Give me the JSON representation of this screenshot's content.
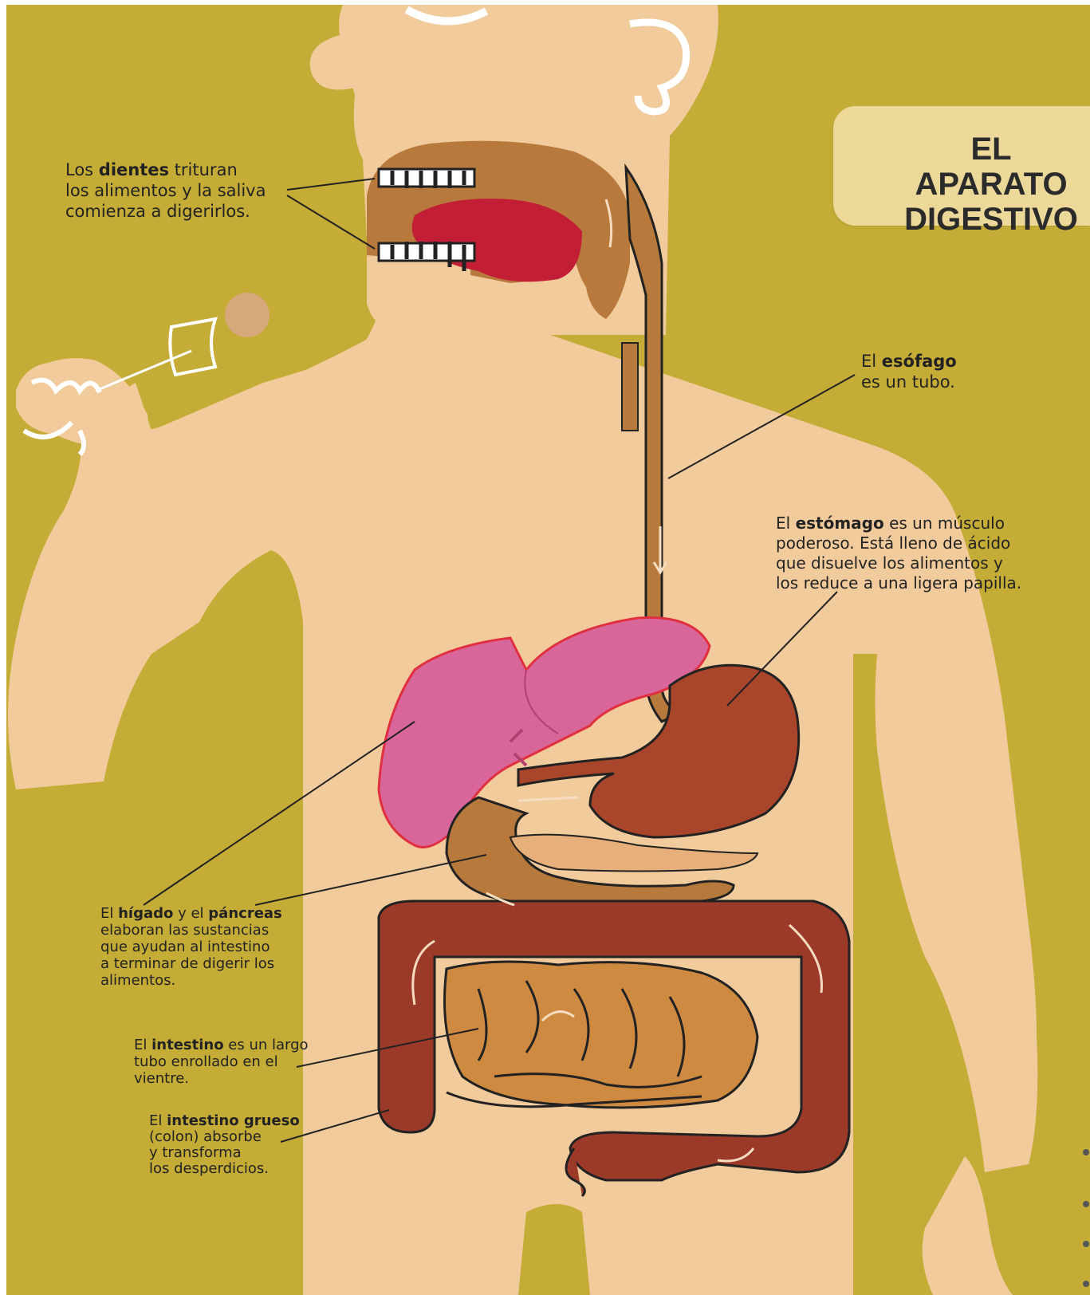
{
  "title": {
    "line1": "EL APARATO",
    "line2": "DIGESTIVO"
  },
  "colors": {
    "background": "#c4ac36",
    "body": "#f2cb9c",
    "organ_brown": "#b87a3c",
    "stomach": "#a8452a",
    "liver": "#d8669a",
    "tongue": "#c21e36",
    "large_intestine": "#9c3a2a",
    "small_intestine": "#cf8a42"
  },
  "labels": {
    "teeth": {
      "pre": "Los ",
      "bold": "dientes",
      "post": " trituran",
      "line2": "los alimentos y la saliva",
      "line3": "comienza a digerirlos."
    },
    "esophagus": {
      "pre": "El ",
      "bold": "esófago",
      "line2": "es un tubo."
    },
    "stomach": {
      "pre": "El ",
      "bold": "estómago",
      "post": " es un músculo",
      "line2": "poderoso. Está lleno de ácido",
      "line3": "que disuelve los alimentos y",
      "line4": "los reduce a una ligera papilla."
    },
    "liver": {
      "pre": "El ",
      "bold1": "hígado",
      "mid": " y el ",
      "bold2": "páncreas",
      "line2": "elaboran las sustancias",
      "line3": "que ayudan al intestino",
      "line4": "a terminar de digerir los",
      "line5": "alimentos."
    },
    "intestine": {
      "pre": "El ",
      "bold": "intestino",
      "post": " es un largo",
      "line2": "tubo enrollado en el",
      "line3": "vientre."
    },
    "colon": {
      "pre": "El ",
      "bold": "intestino grueso",
      "line2": "(colon) absorbe",
      "line3": "y transforma",
      "line4": "los desperdicios."
    }
  },
  "icons": [
    "teeth-icon",
    "tongue-icon",
    "liver-icon",
    "stomach-icon",
    "pancreas-icon",
    "small-intestine-icon",
    "large-intestine-icon",
    "hand-icon",
    "fork-icon",
    "ear-icon"
  ]
}
